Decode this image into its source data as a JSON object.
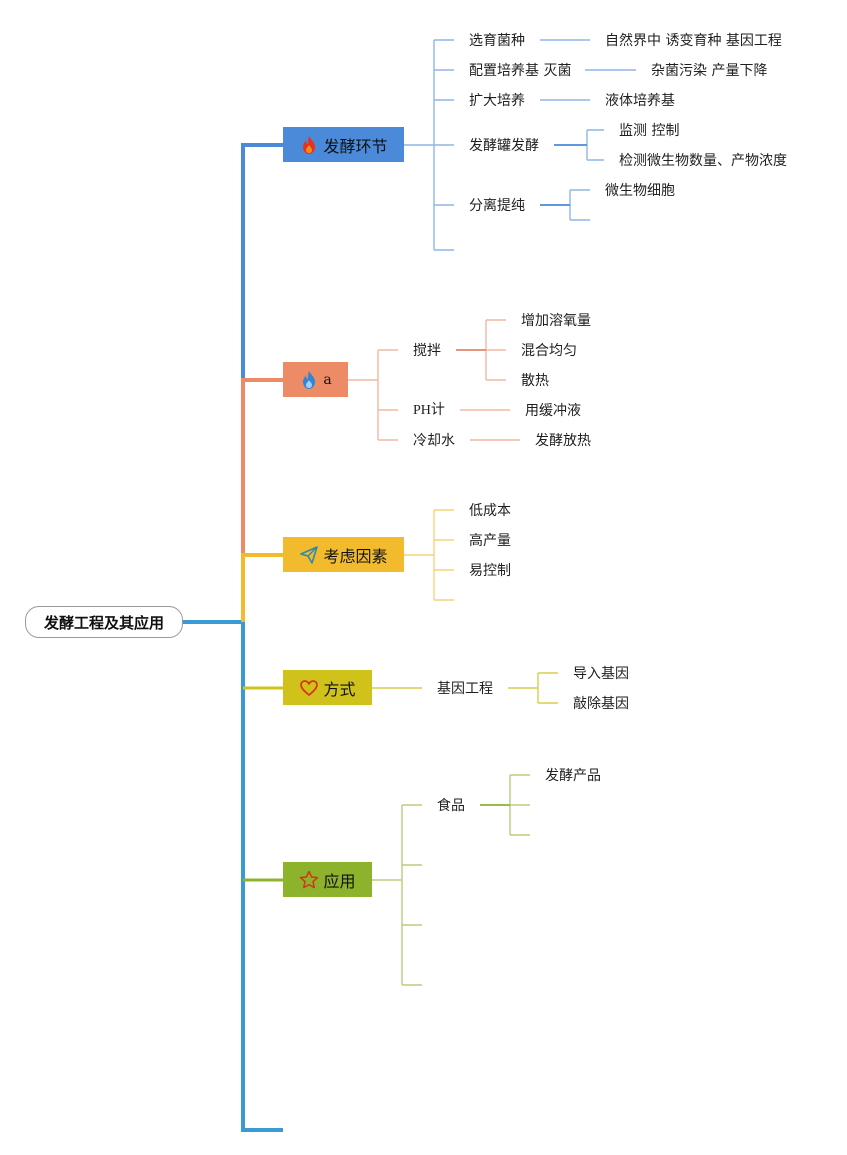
{
  "root": {
    "label": "发酵工程及其应用"
  },
  "branches": [
    {
      "label": "发酵环节",
      "icon": "fire-icon",
      "color": "#4a8ad9",
      "children": [
        {
          "label": "选育菌种",
          "detail": "自然界中 诱变育种 基因工程"
        },
        {
          "label": "配置培养基 灭菌",
          "detail": "杂菌污染 产量下降"
        },
        {
          "label": "扩大培养",
          "detail": "液体培养基"
        },
        {
          "label": "发酵罐发酵",
          "subitems": [
            "监测 控制",
            "检测微生物数量、产物浓度"
          ]
        },
        {
          "label": "分离提纯",
          "subitems": [
            "微生物细胞",
            ""
          ]
        },
        {
          "label": ""
        }
      ]
    },
    {
      "label": "a",
      "icon": "fire-icon",
      "color": "#ee8b67",
      "children": [
        {
          "label": "搅拌",
          "subitems": [
            "增加溶氧量",
            "混合均匀",
            "散热"
          ]
        },
        {
          "label": "PH计",
          "detail": "用缓冲液"
        },
        {
          "label": "冷却水",
          "detail": "发酵放热"
        }
      ]
    },
    {
      "label": "考虑因素",
      "icon": "paper-plane-icon",
      "color": "#f2bb2d",
      "children": [
        {
          "label": "低成本"
        },
        {
          "label": "高产量"
        },
        {
          "label": "易控制"
        },
        {
          "label": ""
        }
      ]
    },
    {
      "label": "方式",
      "icon": "heart-icon",
      "color": "#d1c21b",
      "children": [
        {
          "label": "基因工程",
          "subitems": [
            "导入基因",
            "敲除基因"
          ]
        }
      ]
    },
    {
      "label": "应用",
      "icon": "star-icon",
      "color": "#8db22b",
      "children": [
        {
          "label": "食品",
          "subitems": [
            "发酵产品",
            "",
            ""
          ]
        },
        {
          "label": ""
        },
        {
          "label": ""
        },
        {
          "label": ""
        }
      ]
    }
  ]
}
